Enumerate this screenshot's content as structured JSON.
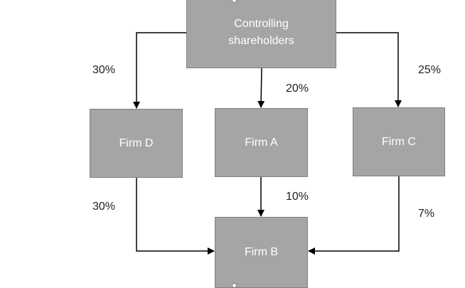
{
  "nodes": {
    "controlling": "Controlling\nshareholders",
    "firm_d": "Firm D",
    "firm_a": "Firm A",
    "firm_c": "Firm C",
    "firm_b": "Firm B"
  },
  "edges": {
    "ctrl_to_d": "30%",
    "ctrl_to_a": "20%",
    "ctrl_to_c": "25%",
    "d_to_b": "30%",
    "a_to_b": "10%",
    "c_to_b": "7%"
  },
  "colors": {
    "box_fill": "#a5a5a5",
    "box_border": "#7f7f7f",
    "box_text": "#ffffff",
    "arrow": "#000000",
    "label_text": "#222222"
  }
}
